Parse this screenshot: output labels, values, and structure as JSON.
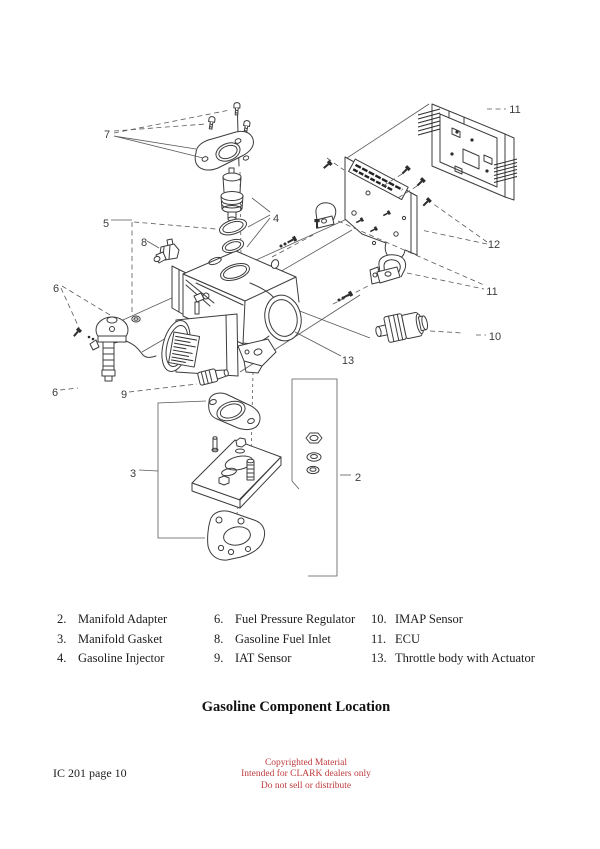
{
  "diagram": {
    "callouts": [
      {
        "label": "7"
      },
      {
        "label": "5"
      },
      {
        "label": "8"
      },
      {
        "label": "4"
      },
      {
        "label": "6"
      },
      {
        "label": "6"
      },
      {
        "label": "9"
      },
      {
        "label": "3"
      },
      {
        "label": "2"
      },
      {
        "label": "13"
      },
      {
        "label": "11"
      },
      {
        "label": "12"
      },
      {
        "label": "11"
      },
      {
        "label": "10"
      }
    ]
  },
  "legend": {
    "columns": [
      {
        "items": [
          {
            "num": "2.",
            "label": "Manifold Adapter"
          },
          {
            "num": "3.",
            "label": "Manifold Gasket"
          },
          {
            "num": "4.",
            "label": "Gasoline Injector"
          }
        ]
      },
      {
        "items": [
          {
            "num": "6.",
            "label": "Fuel Pressure Regulator"
          },
          {
            "num": "8.",
            "label": "Gasoline Fuel Inlet"
          },
          {
            "num": "9.",
            "label": "IAT Sensor"
          }
        ]
      },
      {
        "items": [
          {
            "num": "10.",
            "label": "IMAP Sensor"
          },
          {
            "num": "11.",
            "label": "ECU"
          },
          {
            "num": "13.",
            "label": "Throttle body with Actuator"
          }
        ]
      }
    ]
  },
  "title": "Gasoline Component Location",
  "footer": {
    "page_label": "IC 201 page 10",
    "copyright": {
      "lines": [
        "Copyrighted Material",
        "Intended for CLARK dealers only",
        "Do not sell or distribute"
      ],
      "color": "#bf3a3c"
    }
  }
}
